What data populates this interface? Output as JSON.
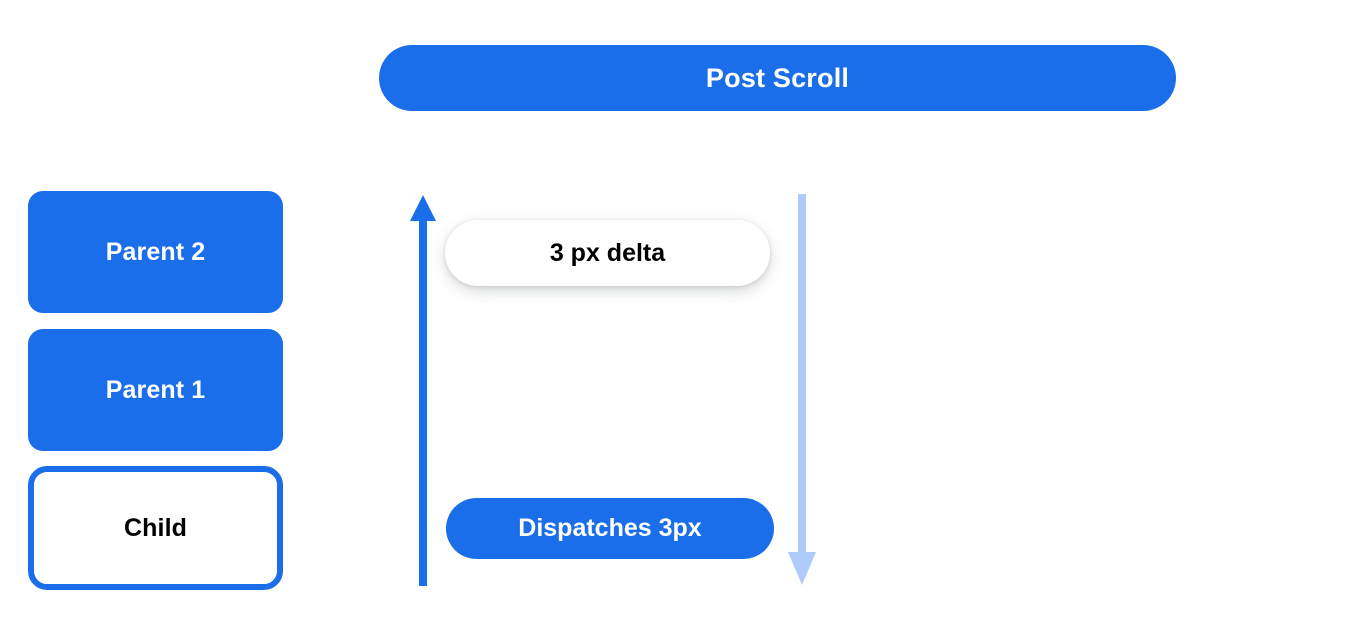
{
  "colors": {
    "brand_blue": "#1b6eea",
    "arrow_up": "#1b6eea",
    "arrow_down": "#aecbfa",
    "text_on_blue": "#ffffff",
    "text_dark": "#000000",
    "background": "#ffffff"
  },
  "header": {
    "title": "Post Scroll"
  },
  "hierarchy": {
    "boxes": [
      {
        "label": "Parent 2",
        "style": "filled"
      },
      {
        "label": "Parent 1",
        "style": "filled"
      },
      {
        "label": "Child",
        "style": "outlined"
      }
    ]
  },
  "flow": {
    "up_arrow_name": "arrow-up-icon",
    "down_arrow_name": "arrow-down-icon",
    "delta_label": "3 px delta",
    "dispatch_label": "Dispatches 3px"
  }
}
